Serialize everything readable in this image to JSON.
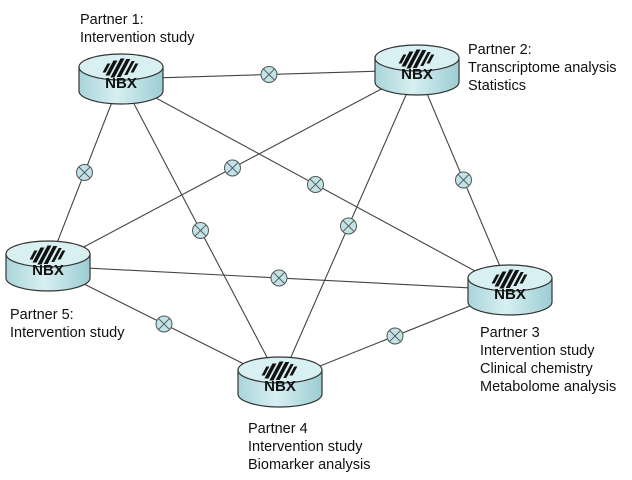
{
  "colors": {
    "node_fill": "#cbe9ec",
    "node_top": "#d9f0f2",
    "node_stroke": "#333333",
    "link": "#444444",
    "connector_fill": "#bfe3e6"
  },
  "nodes": [
    {
      "id": "p1",
      "badge": "NBX",
      "partner": "Partner 1:",
      "roles": [
        "Intervention study"
      ]
    },
    {
      "id": "p2",
      "badge": "NBX",
      "partner": "Partner 2:",
      "roles": [
        "Transcriptome analysis",
        "Statistics"
      ]
    },
    {
      "id": "p3",
      "badge": "NBX",
      "partner": "Partner 3",
      "roles": [
        "Intervention study",
        "Clinical chemistry",
        "Metabolome analysis"
      ]
    },
    {
      "id": "p4",
      "badge": "NBX",
      "partner": "Partner 4",
      "roles": [
        "Intervention study",
        "Biomarker analysis"
      ]
    },
    {
      "id": "p5",
      "badge": "NBX",
      "partner": "Partner 5:",
      "roles": [
        "Intervention study"
      ]
    }
  ],
  "links": [
    [
      "p1",
      "p2"
    ],
    [
      "p1",
      "p5"
    ],
    [
      "p1",
      "p4"
    ],
    [
      "p1",
      "p3"
    ],
    [
      "p2",
      "p5"
    ],
    [
      "p2",
      "p4"
    ],
    [
      "p2",
      "p3"
    ],
    [
      "p5",
      "p3"
    ],
    [
      "p5",
      "p4"
    ],
    [
      "p4",
      "p3"
    ]
  ],
  "connector_icon": "circle-cross-icon",
  "node_icon": "server-cylinder-icon"
}
